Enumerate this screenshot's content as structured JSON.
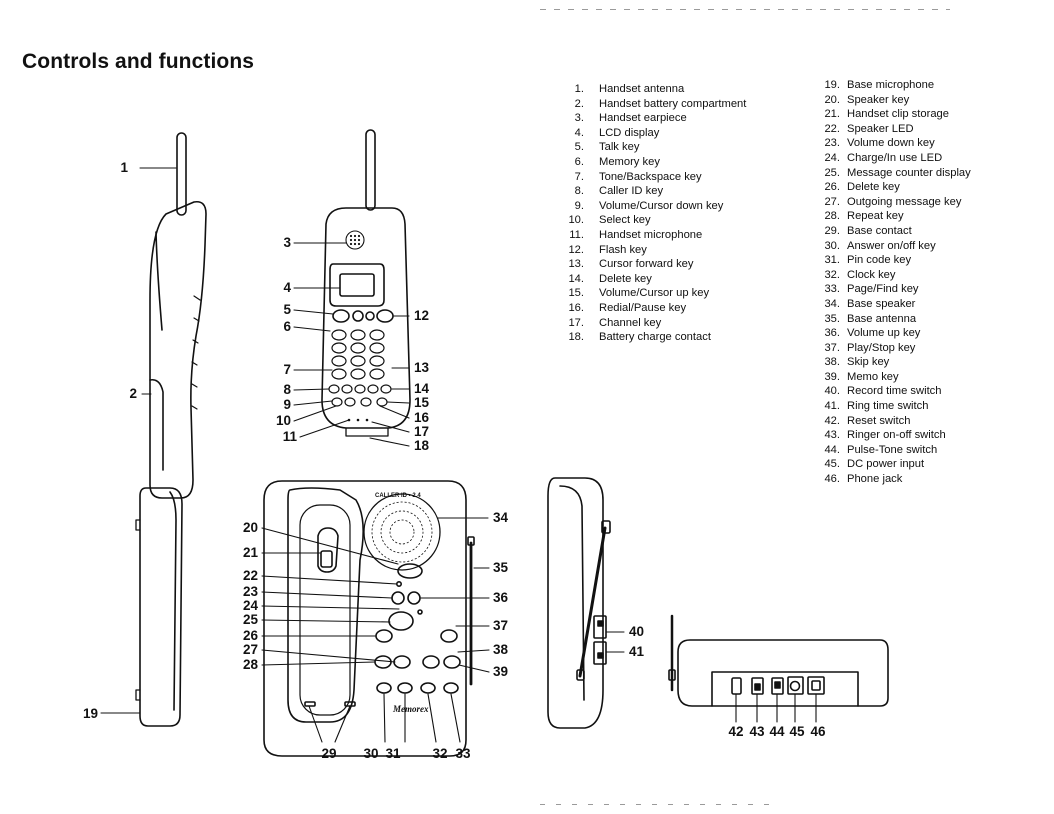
{
  "title": "Controls and functions",
  "legend_left": [
    {
      "num": "1.",
      "label": "Handset antenna"
    },
    {
      "num": "2.",
      "label": "Handset battery compartment"
    },
    {
      "num": "3.",
      "label": "Handset earpiece"
    },
    {
      "num": "4.",
      "label": "LCD display"
    },
    {
      "num": "5.",
      "label": "Talk key"
    },
    {
      "num": "6.",
      "label": "Memory key"
    },
    {
      "num": "7.",
      "label": "Tone/Backspace key"
    },
    {
      "num": "8.",
      "label": "Caller ID key"
    },
    {
      "num": "9.",
      "label": "Volume/Cursor down key"
    },
    {
      "num": "10.",
      "label": "Select key"
    },
    {
      "num": "11.",
      "label": "Handset microphone"
    },
    {
      "num": "12.",
      "label": "Flash key"
    },
    {
      "num": "13.",
      "label": "Cursor forward key"
    },
    {
      "num": "14.",
      "label": "Delete key"
    },
    {
      "num": "15.",
      "label": "Volume/Cursor up key"
    },
    {
      "num": "16.",
      "label": "Redial/Pause key"
    },
    {
      "num": "17.",
      "label": "Channel key"
    },
    {
      "num": "18.",
      "label": "Battery charge contact"
    }
  ],
  "legend_right": [
    {
      "num": "19.",
      "label": "Base microphone"
    },
    {
      "num": "20.",
      "label": "Speaker key"
    },
    {
      "num": "21.",
      "label": "Handset clip storage"
    },
    {
      "num": "22.",
      "label": "Speaker LED"
    },
    {
      "num": "23.",
      "label": "Volume down key"
    },
    {
      "num": "24.",
      "label": "Charge/In use LED"
    },
    {
      "num": "25.",
      "label": "Message counter display"
    },
    {
      "num": "26.",
      "label": "Delete key"
    },
    {
      "num": "27.",
      "label": "Outgoing message key"
    },
    {
      "num": "28.",
      "label": "Repeat key"
    },
    {
      "num": "29.",
      "label": "Base contact"
    },
    {
      "num": "30.",
      "label": "Answer on/off key"
    },
    {
      "num": "31.",
      "label": "Pin code key"
    },
    {
      "num": "32.",
      "label": "Clock key"
    },
    {
      "num": "33.",
      "label": "Page/Find key"
    },
    {
      "num": "34.",
      "label": "Base speaker"
    },
    {
      "num": "35.",
      "label": "Base antenna"
    },
    {
      "num": "36.",
      "label": "Volume up key"
    },
    {
      "num": "37.",
      "label": "Play/Stop key"
    },
    {
      "num": "38.",
      "label": "Skip key"
    },
    {
      "num": "39.",
      "label": "Memo key"
    },
    {
      "num": "40.",
      "label": "Record time switch"
    },
    {
      "num": "41.",
      "label": "Ring time switch"
    },
    {
      "num": "42.",
      "label": "Reset switch"
    },
    {
      "num": "43.",
      "label": "Ringer on-off switch"
    },
    {
      "num": "44.",
      "label": "Pulse-Tone switch"
    },
    {
      "num": "45.",
      "label": "DC power input"
    },
    {
      "num": "46.",
      "label": "Phone jack"
    }
  ],
  "figure": {
    "handset_side_callouts": [
      "1",
      "2"
    ],
    "handset_front_callouts": [
      "3",
      "4",
      "5",
      "6",
      "7",
      "8",
      "9",
      "10",
      "11",
      "12",
      "13",
      "14",
      "15",
      "16",
      "17",
      "18"
    ],
    "base_callouts": [
      "19",
      "20",
      "21",
      "22",
      "23",
      "24",
      "25",
      "26",
      "27",
      "28",
      "29",
      "30",
      "31",
      "32",
      "33",
      "34",
      "35",
      "36",
      "37",
      "38",
      "39",
      "40",
      "41",
      "42",
      "43",
      "44",
      "45",
      "46"
    ],
    "caller_id_text": "CALLER ID • 2.4",
    "brand_text": "Memorex"
  }
}
